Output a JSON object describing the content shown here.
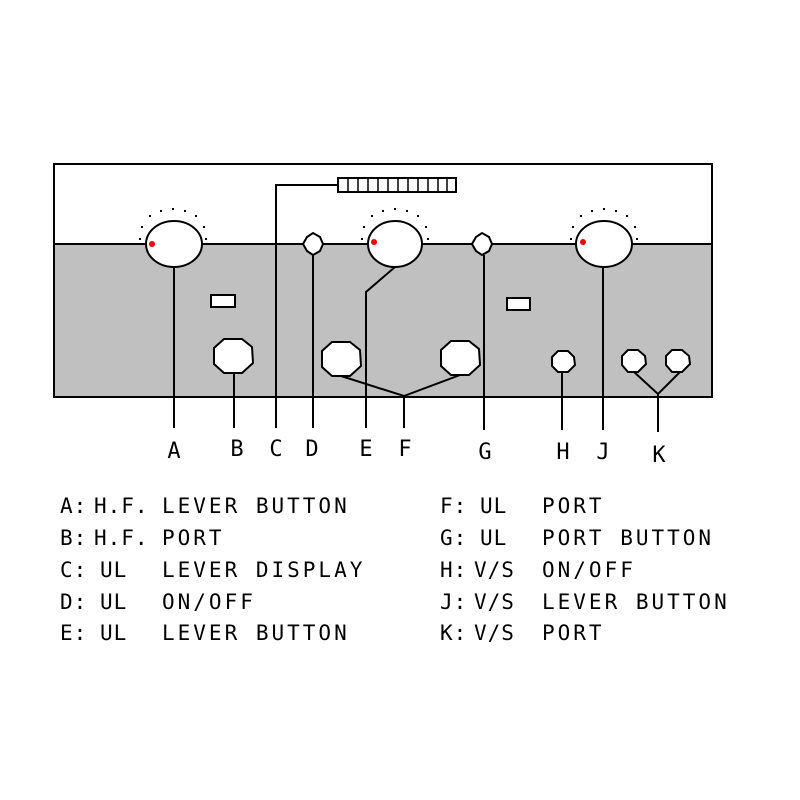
{
  "diagram": {
    "callouts": [
      "A",
      "B",
      "C",
      "D",
      "E",
      "F",
      "G",
      "H",
      "J",
      "K"
    ],
    "colors": {
      "outline": "#000000",
      "panel_lower": "#c0c0c0",
      "panel_upper": "#ffffff",
      "indicator_dot": "#ff0000"
    }
  },
  "legend": {
    "left": [
      {
        "key": "A:",
        "prefix": "H.F.",
        "text": "LEVER BUTTON"
      },
      {
        "key": "B:",
        "prefix": "H.F.",
        "text": "PORT"
      },
      {
        "key": "C:",
        "prefix": "UL",
        "text": "LEVER DISPLAY"
      },
      {
        "key": "D:",
        "prefix": "UL",
        "text": "ON/OFF"
      },
      {
        "key": "E:",
        "prefix": "UL",
        "text": "LEVER BUTTON"
      }
    ],
    "right": [
      {
        "key": "F:",
        "prefix": "UL",
        "text": "PORT"
      },
      {
        "key": "G:",
        "prefix": "UL",
        "text": "PORT BUTTON"
      },
      {
        "key": "H:",
        "prefix": "V/S",
        "text": "ON/OFF"
      },
      {
        "key": "J:",
        "prefix": "V/S",
        "text": "LEVER BUTTON"
      },
      {
        "key": "K:",
        "prefix": "V/S",
        "text": "PORT"
      }
    ]
  }
}
